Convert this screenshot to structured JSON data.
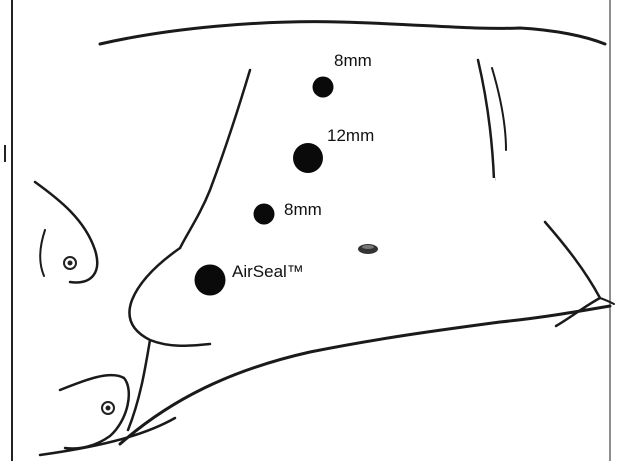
{
  "ports": [
    {
      "id": "port-8mm-upper",
      "label": "8mm"
    },
    {
      "id": "port-12mm",
      "label": "12mm"
    },
    {
      "id": "port-8mm-lower",
      "label": "8mm"
    },
    {
      "id": "port-airseal",
      "label": "AirSeal™"
    }
  ],
  "colors": {
    "ink": "#111111",
    "background": "#ffffff"
  }
}
